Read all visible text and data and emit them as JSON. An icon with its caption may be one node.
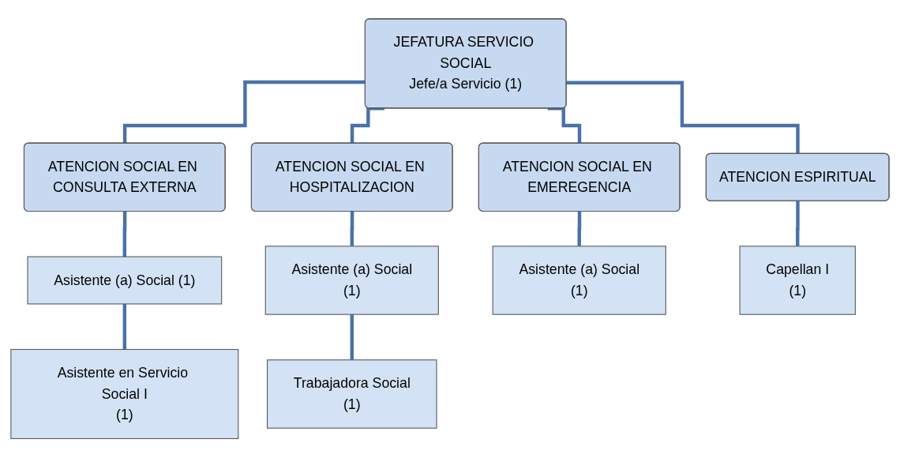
{
  "diagram": {
    "nodes": [
      {
        "text": [
          "JEFATURA SERVICIO SOCIAL",
          "Jefe/a Servicio (1)"
        ]
      },
      {
        "text": [
          "ATENCION SOCIAL EN CONSULTA EXTERNA"
        ]
      },
      {
        "text": [
          "ATENCION SOCIAL EN HOSPITALIZACION"
        ]
      },
      {
        "text": [
          "ATENCION SOCIAL EN EMEREGENCIA"
        ]
      },
      {
        "text": [
          "ATENCION ESPIRITUAL"
        ]
      },
      {
        "text": [
          "Asistente (a) Social (1)"
        ]
      },
      {
        "text": [
          "Asistente (a) Social",
          "(1)"
        ]
      },
      {
        "text": [
          "Asistente (a) Social",
          "(1)"
        ]
      },
      {
        "text": [
          "Capellan I",
          "(1)"
        ]
      },
      {
        "text": [
          "Asistente en Servicio Social I",
          "(1)"
        ]
      },
      {
        "text": [
          "Trabajadora Social",
          "(1)"
        ]
      }
    ],
    "edges": [
      {
        "from": 0,
        "to": 1,
        "arrow": "none"
      },
      {
        "from": 0,
        "to": 2,
        "arrow": "none"
      },
      {
        "from": 0,
        "to": 3,
        "arrow": "none"
      },
      {
        "from": 0,
        "to": 4,
        "arrow": "none"
      },
      {
        "from": 1,
        "to": 5,
        "arrow": "none"
      },
      {
        "from": 2,
        "to": 6,
        "arrow": "none"
      },
      {
        "from": 3,
        "to": 7,
        "arrow": "none"
      },
      {
        "from": 4,
        "to": 8,
        "arrow": "none"
      },
      {
        "from": 5,
        "to": 9,
        "arrow": "none"
      },
      {
        "from": 6,
        "to": 10,
        "arrow": "none"
      }
    ]
  }
}
